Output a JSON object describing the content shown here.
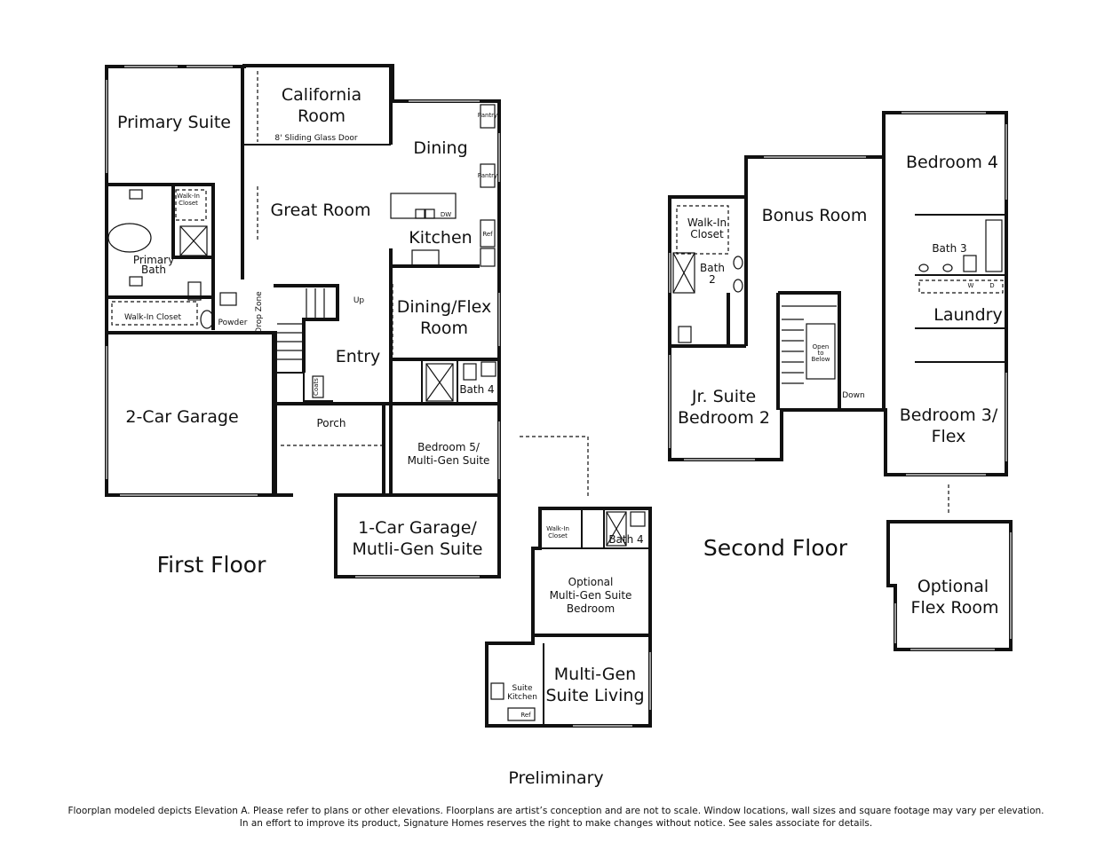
{
  "floors": {
    "first": "First Floor",
    "second": "Second Floor"
  },
  "rooms": {
    "primary_suite": "Primary Suite",
    "california_room": [
      "California",
      "Room"
    ],
    "sliding_door": "8' Sliding Glass Door",
    "dining": "Dining",
    "pantry": "Pantry",
    "great_room": "Great Room",
    "kitchen": "Kitchen",
    "dw": "DW",
    "ref": "Ref",
    "walk_in_closet_top": [
      "Walk-In",
      "Closet"
    ],
    "primary_bath": [
      "Primary",
      "Bath"
    ],
    "walk_in_closet": "Walk-In Closet",
    "powder": "Powder",
    "drop_zone": "Drop Zone",
    "up": "Up",
    "dining_flex": [
      "Dining/Flex",
      "Room"
    ],
    "entry": "Entry",
    "coats": "Coats",
    "two_car_garage": "2-Car Garage",
    "porch": "Porch",
    "bath4": "Bath 4",
    "bedroom5": [
      "Bedroom 5/",
      "Multi-Gen Suite"
    ],
    "one_car_garage": [
      "1-Car Garage/",
      "Mutli-Gen Suite"
    ],
    "alt_walk_in": [
      "Walk-In",
      "Closet"
    ],
    "alt_bath4": "Bath 4",
    "optional_bedroom": [
      "Optional",
      "Multi-Gen Suite",
      "Bedroom"
    ],
    "multigen_living": [
      "Multi-Gen",
      "Suite Living"
    ],
    "suite_kitchen": [
      "Suite",
      "Kitchen"
    ],
    "alt_ref": "Ref",
    "walk_in_closet_2": [
      "Walk-In",
      "Closet"
    ],
    "bath2": [
      "Bath",
      "2"
    ],
    "bonus_room": "Bonus Room",
    "jr_suite": [
      "Jr. Suite",
      "Bedroom 2"
    ],
    "open_below": [
      "Open",
      "to",
      "Below"
    ],
    "down": "Down",
    "bedroom4": "Bedroom 4",
    "bath3": "Bath 3",
    "laundry": "Laundry",
    "washer": "W",
    "dryer": "D",
    "bedroom3": [
      "Bedroom 3/",
      "Flex"
    ],
    "optional_flex": [
      "Optional",
      "Flex Room"
    ]
  },
  "footer": {
    "preliminary": "Preliminary",
    "disclaimer_1": "Floorplan modeled depicts Elevation A. Please refer to plans or other elevations. Floorplans are artist’s conception and are not to scale. Window locations, wall sizes and square footage may vary per elevation.",
    "disclaimer_2": "In an effort to improve its product, Signature Homes reserves the right to make changes without notice. See sales associate for details."
  }
}
